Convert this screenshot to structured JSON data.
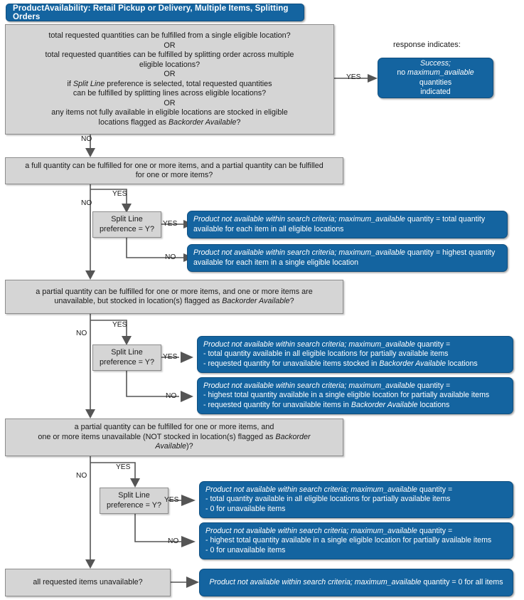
{
  "title": {
    "text": "ProductAvailability: Retail Pickup or Delivery, Multiple Items, Splitting Orders"
  },
  "legend": {
    "response_indicates": "response indicates:"
  },
  "edge_labels": {
    "yes": "YES",
    "no": "NO"
  },
  "decisions": {
    "d1": {
      "lines": [
        "total requested quantities can be fulfilled from a single eligible location?",
        "OR",
        "total requested quantities can be fulfilled by splitting order across multiple",
        "eligible locations?",
        "OR",
        "if Split Line preference is selected, total requested quantities",
        "can be fulfilled by splitting lines across eligible locations?",
        "OR",
        "any items not fully available in eligible locations are stocked in eligible",
        "locations flagged as Backorder Available?"
      ]
    },
    "d2": {
      "lines": [
        "a full quantity can be fulfilled for one or more items, and a partial quantity can be fulfilled",
        "for one or more items?"
      ]
    },
    "d3": {
      "lines": [
        "a partial quantity can be fulfilled for one or more items, and one or more items are",
        "unavailable, but stocked in location(s) flagged as Backorder Available?"
      ]
    },
    "d4": {
      "lines": [
        "a partial quantity can be fulfilled for one or more items, and",
        "one or more items unavailable (NOT stocked in location(s) flagged as Backorder",
        "Available)?"
      ]
    },
    "d5": {
      "lines": [
        "all requested items unavailable?"
      ]
    },
    "split1": {
      "line1": "Split Line",
      "line2": "preference = Y?"
    },
    "split2": {
      "line1": "Split Line",
      "line2": "preference = Y?"
    },
    "split3": {
      "line1": "Split Line",
      "line2": "preference = Y?"
    }
  },
  "outcomes": {
    "success": {
      "line1": "Success;",
      "line2": "no maximum_available quantities",
      "line3": "indicated"
    },
    "o1_yes": {
      "line1": "Product not available within search criteria; maximum_available quantity = total quantity",
      "line2": "available for each item in all eligible locations"
    },
    "o1_no": {
      "line1": "Product not available within search criteria; maximum_available quantity = highest quantity",
      "line2": "available for each item in a single  eligible location"
    },
    "o2_yes": {
      "line1": "Product not available within search criteria; maximum_available quantity =",
      "line2": "- total quantity available in all eligible locations for partially available items",
      "line3": "- requested quantity for unavailable items stocked in Backorder Available locations"
    },
    "o2_no": {
      "line1": "Product not available within search criteria; maximum_available quantity =",
      "line2": "- highest total quantity available in a single eligible location for partially available items",
      "line3": "- requested quantity for unavailable items in Backorder Available locations"
    },
    "o3_yes": {
      "line1": "Product not available within search criteria; maximum_available quantity =",
      "line2": "- total quantity available in all eligible locations for partially available items",
      "line3": "- 0 for unavailable items"
    },
    "o3_no": {
      "line1": "Product not available within search criteria; maximum_available quantity =",
      "line2": "- highest total quantity available in a single eligible  location for partially available items",
      "line3": "- 0 for unavailable items"
    },
    "o4": {
      "line1": "Product not available within search criteria; maximum_available quantity = 0 for all items"
    }
  },
  "colors": {
    "accent_blue": "#1464a0",
    "box_gray": "#d5d5d5",
    "line_gray": "#555555"
  }
}
